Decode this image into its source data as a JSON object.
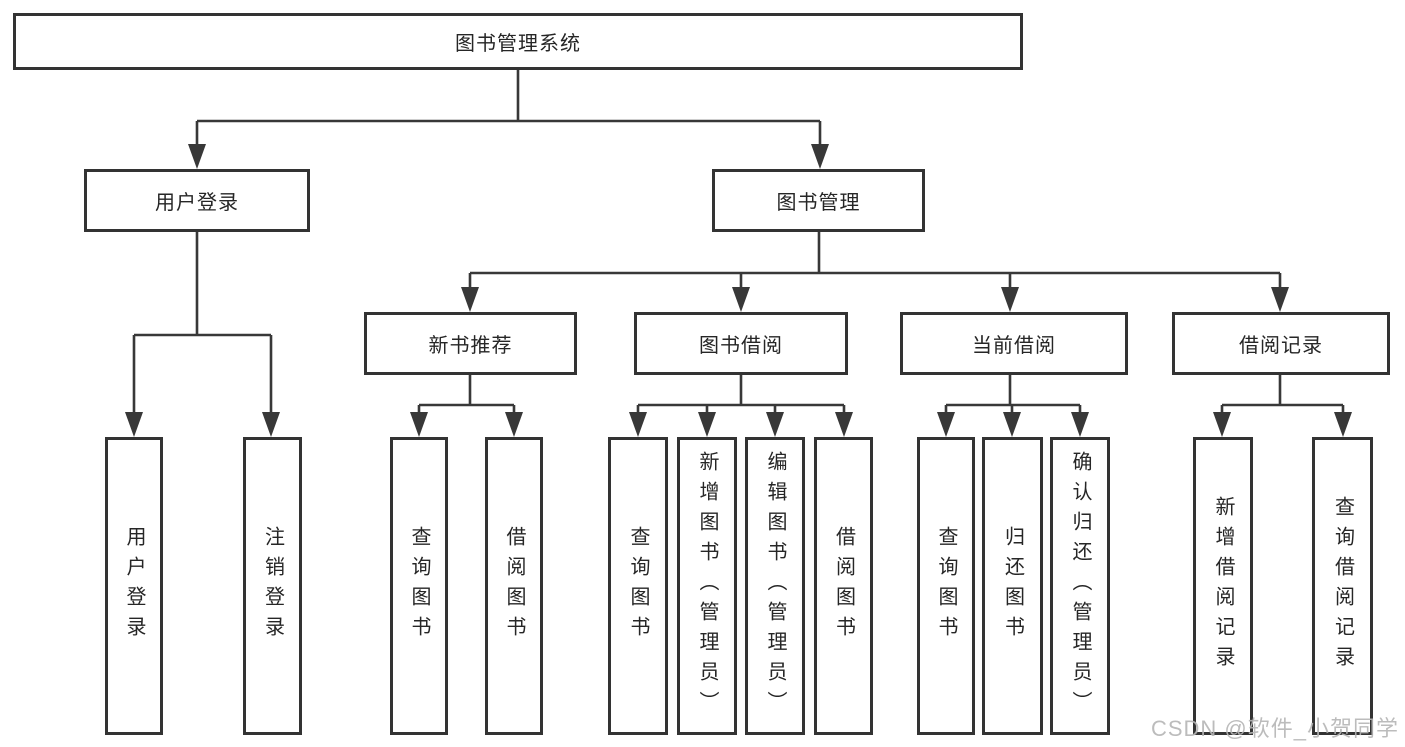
{
  "tree": {
    "root": "图书管理系统",
    "branches": [
      {
        "label": "用户登录",
        "leaves": [
          "用户登录",
          "注销登录"
        ]
      },
      {
        "label": "图书管理",
        "sections": [
          {
            "label": "新书推荐",
            "leaves": [
              "查询图书",
              "借阅图书"
            ]
          },
          {
            "label": "图书借阅",
            "leaves": [
              "查询图书",
              "新增图书（管理员）",
              "编辑图书（管理员）",
              "借阅图书"
            ]
          },
          {
            "label": "当前借阅",
            "leaves": [
              "查询图书",
              "归还图书",
              "确认归还（管理员）"
            ]
          },
          {
            "label": "借阅记录",
            "leaves": [
              "新增借阅记录",
              "查询借阅记录"
            ]
          }
        ]
      }
    ]
  },
  "watermark": "CSDN @软件_小贺同学",
  "colors": {
    "line": "#383838",
    "box_border": "#333333",
    "text": "#262626",
    "watermark": "#b5b5b5",
    "background": "#ffffff"
  }
}
